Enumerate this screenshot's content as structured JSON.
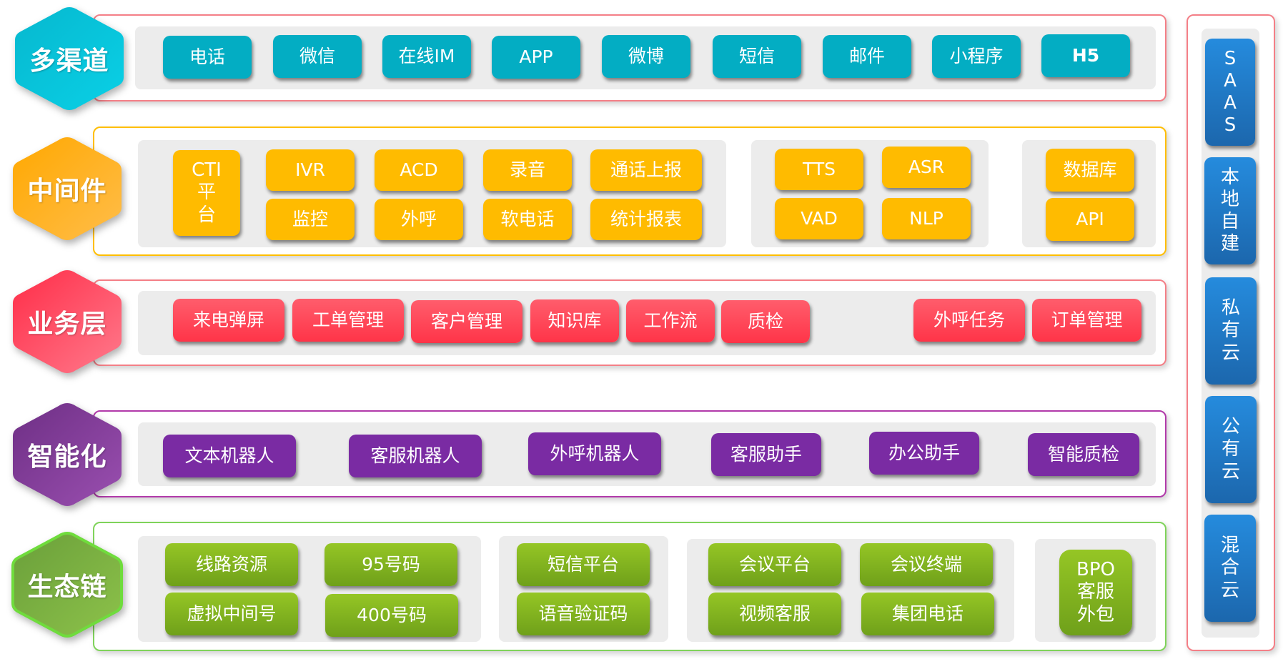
{
  "title_partial": "",
  "layers": [
    {
      "label": "多渠道",
      "color": "#03c3d9",
      "border_color": "#f47f87",
      "items": [
        "电话",
        "微信",
        "在线IM",
        "APP",
        "微博",
        "短信",
        "邮件",
        "小程序",
        "H5"
      ]
    },
    {
      "label": "中间件",
      "color": "#ffad14",
      "border_color": "#ffbe00",
      "groups": [
        {
          "items": [
            "CTI平台",
            "IVR",
            "ACD",
            "录音",
            "通话上报",
            "监控",
            "外呼",
            "软电话",
            "统计报表"
          ]
        },
        {
          "items": [
            "TTS",
            "ASR",
            "VAD",
            "NLP"
          ]
        },
        {
          "items": [
            "数据库",
            "API"
          ]
        }
      ],
      "cti_lines": [
        "CTI",
        "平",
        "台"
      ]
    },
    {
      "label": "业务层",
      "color": "#ff3b55",
      "border_color": "#f47f87",
      "items": [
        "来电弹屏",
        "工单管理",
        "客户管理",
        "知识库",
        "工作流",
        "质检",
        "外呼任务",
        "订单管理"
      ]
    },
    {
      "label": "智能化",
      "color": "#7e3a95",
      "border_color": "#b23aaa",
      "items": [
        "文本机器人",
        "客服机器人",
        "外呼机器人",
        "客服助手",
        "办公助手",
        "智能质检"
      ]
    },
    {
      "label": "生态链",
      "color": "#7bb83a",
      "border_color": "#7fd35a",
      "groups": [
        {
          "items": [
            "线路资源",
            "95号码",
            "虚拟中间号",
            "400号码"
          ]
        },
        {
          "items": [
            "短信平台",
            "语音验证码"
          ]
        },
        {
          "items": [
            "会议平台",
            "会议终端",
            "视频客服",
            "集团电话"
          ]
        },
        {
          "items": [
            "BPO客服外包"
          ]
        }
      ],
      "bpo_lines": [
        "BPO",
        "客服",
        "外包"
      ]
    }
  ],
  "deployment": {
    "border_color": "#f47f87",
    "options": [
      {
        "label": "SAAS",
        "lines": [
          "S",
          "A",
          "A",
          "S"
        ]
      },
      {
        "label": "本地自建",
        "lines": [
          "本",
          "地",
          "自",
          "建"
        ]
      },
      {
        "label": "私有云",
        "lines": [
          "私",
          "有",
          "云"
        ]
      },
      {
        "label": "公有云",
        "lines": [
          "公",
          "有",
          "云"
        ]
      },
      {
        "label": "混合云",
        "lines": [
          "混",
          "合",
          "云"
        ]
      }
    ]
  },
  "colors": {
    "channel_button": "#03adc3",
    "middleware_button": "#ffbb00",
    "business_button": "#ff4357",
    "ai_button": "#7a2ba3",
    "eco_button": "#84b520",
    "deploy_button": "#2278c4",
    "panel_grey": "#ececec"
  }
}
